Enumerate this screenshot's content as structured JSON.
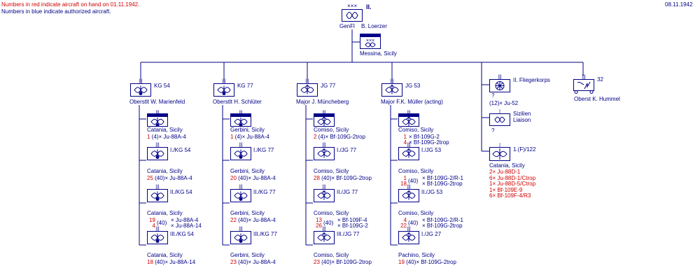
{
  "header": {
    "note_red": "Numbers in red indicate aircraft on hand on 01.11.1942.",
    "note_blue": "Numbers in blue indicate authorized aircraft.",
    "date": "08.11.1942"
  },
  "corps": {
    "echelon": "XXX",
    "name": "II.",
    "commander_rank": "GenFl",
    "commander_name": "B. Loerzer",
    "hq_location": "Messina, Sicily"
  },
  "units": [
    {
      "name": "KG 54",
      "commander": "Oberstlt  W. Marienfeld",
      "stab": {
        "location": "Catania, Sicily",
        "lines": [
          {
            "red": "1",
            "rest": "(4)× Ju-88A-4"
          }
        ]
      },
      "groups": [
        {
          "name": "I./KG 54",
          "location": "Catania, Sicily",
          "lines": [
            {
              "red": "25",
              "rest": "(40)× Ju-88A-4"
            }
          ]
        },
        {
          "name": "II./KG 54",
          "location": "Catania, Sicily",
          "lines": [
            {
              "red": "19",
              "rest": "× Ju-88A-4"
            },
            {
              "red": "4",
              "rest": "× Ju-88A-14"
            }
          ],
          "authorized": "(40)"
        },
        {
          "name": "III./KG 54",
          "location": "Catania, Sicily",
          "lines": [
            {
              "red": "18",
              "rest": "(40)× Ju-88A-14"
            }
          ]
        }
      ]
    },
    {
      "name": "KG 77",
      "commander": "Oberstlt  H. Schlüter",
      "stab": {
        "location": "Gerbini, Sicily",
        "lines": [
          {
            "red": "1",
            "rest": "(4)× Ju-88A-4"
          }
        ]
      },
      "groups": [
        {
          "name": "I./KG 77",
          "location": "Gerbini, Sicily",
          "lines": [
            {
              "red": "20",
              "rest": "(40)× Ju-88A-4"
            }
          ]
        },
        {
          "name": "II./KG 77",
          "location": "Gerbini, Sicily",
          "lines": [
            {
              "red": "22",
              "rest": "(40)× Ju-88A-4"
            }
          ]
        },
        {
          "name": "III./KG 77",
          "location": "Gerbini, Sicily",
          "lines": [
            {
              "red": "23",
              "rest": "(40)× Ju-88A-4"
            }
          ]
        }
      ]
    },
    {
      "name": "JG 77",
      "commander": "Major  J. Müncheberg",
      "stab": {
        "location": "Comiso, Sicily",
        "lines": [
          {
            "red": "2",
            "rest": "(4)× Bf-109G-2trop"
          }
        ]
      },
      "groups": [
        {
          "name": "I./JG 77",
          "location": "Comiso, Sicily",
          "lines": [
            {
              "red": "28",
              "rest": "(40)× Bf-109G-2trop"
            }
          ]
        },
        {
          "name": "II./JG 77",
          "location": "Comiso, Sicily",
          "lines": [
            {
              "red": "13",
              "rest": "× Bf-109F-4"
            },
            {
              "red": "26",
              "rest": "× Bf-109G-2"
            }
          ],
          "authorized": "(40)"
        },
        {
          "name": "III./JG 77",
          "location": "Comiso, Sicily",
          "lines": [
            {
              "red": "23",
              "rest": "(40)× Bf-109G-2trop"
            }
          ]
        }
      ]
    },
    {
      "name": "JG 53",
      "commander": "Major  F.K. Müller (acting)",
      "stab": {
        "location": "Comiso, Sicily",
        "lines": [
          {
            "red": "1",
            "rest": "× Bf-109G-2"
          },
          {
            "red": "4",
            "rest": "× Bf-109G-2trop"
          }
        ]
      },
      "groups": [
        {
          "name": "I./JG 53",
          "location": "Comiso, Sicily",
          "lines": [
            {
              "red": "1",
              "rest": "× Bf-109G-2/R-1"
            },
            {
              "red": "18",
              "rest": "× Bf-109G-2trop"
            }
          ],
          "authorized": "(40)"
        },
        {
          "name": "II./JG 53",
          "location": "Comiso, Sicily",
          "lines": [
            {
              "red": "4",
              "rest": "× Bf-109G-2/R-1"
            },
            {
              "red": "22",
              "rest": "× Bf-109G-2trop"
            }
          ],
          "authorized": "(40)"
        },
        {
          "name": "I./JG 27",
          "location": "Pachino, Sicily",
          "lines": [
            {
              "red": "19",
              "rest": "(40)× Bf-109G-2trop"
            }
          ]
        }
      ]
    }
  ],
  "corps_units": {
    "fliegerkorps": {
      "name": "II. Fliegerkorps",
      "q": "?",
      "line": "(12)× Ju-52"
    },
    "liaison": {
      "name1": "Sizilien",
      "name2": "Liaison",
      "q": "?"
    },
    "recon": {
      "name": "1.(F)/122",
      "location": "Catania, Sicily",
      "lines": [
        "2× Ju-88D-1",
        "6× Ju-88D-1/Ctrop",
        "1× Ju-88D-5/Ctrop",
        "1× Bf-109E-9",
        "6× Bf-109F-4/R3"
      ]
    }
  },
  "signals": {
    "number": "32",
    "commander": "Oberst K. Hummel"
  }
}
